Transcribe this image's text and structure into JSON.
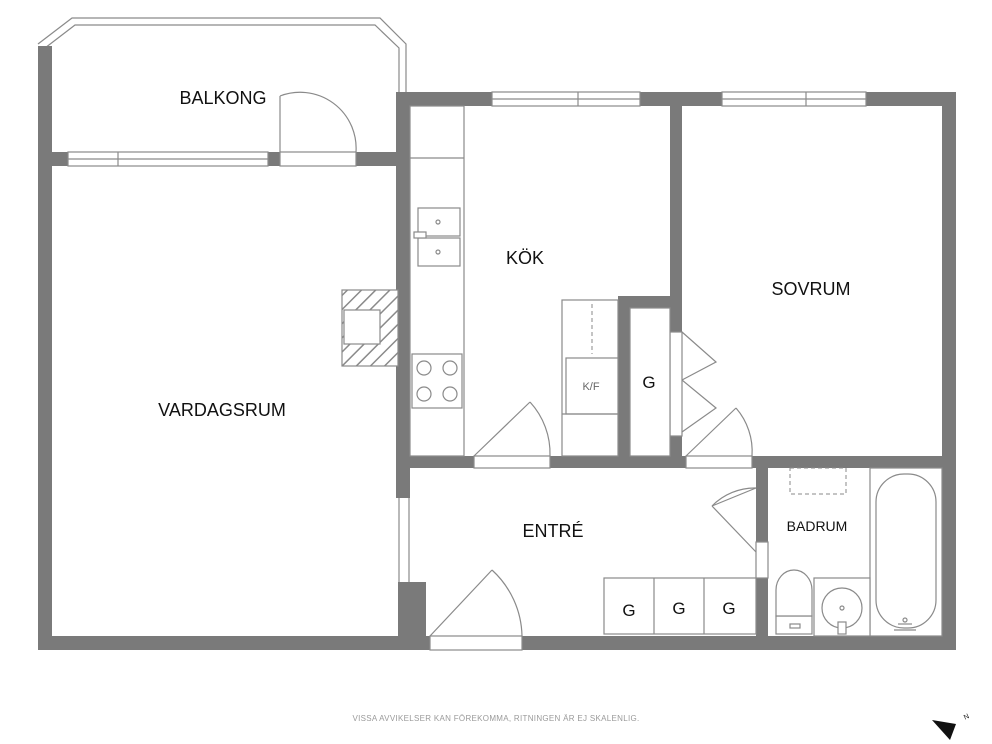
{
  "rooms": {
    "balkong": "BALKONG",
    "kok": "KÖK",
    "sovrum": "SOVRUM",
    "vardagsrum": "VARDAGSRUM",
    "entre": "ENTRÉ",
    "badrum": "BADRUM"
  },
  "fixtures": {
    "fridge_freezer": "K/F",
    "wardrobe_kitchen": "G",
    "wardrobe_hall_1": "G",
    "wardrobe_hall_2": "G",
    "wardrobe_hall_3": "G"
  },
  "disclaimer": "VISSA AVVIKELSER KAN FÖREKOMMA, RITNINGEN ÄR EJ SKALENLIG.",
  "north_label": "N",
  "colors": {
    "wall": "#7a7a7a",
    "line": "#8a8a8a",
    "text": "#111111",
    "disclaimer": "#9a9a9a"
  }
}
